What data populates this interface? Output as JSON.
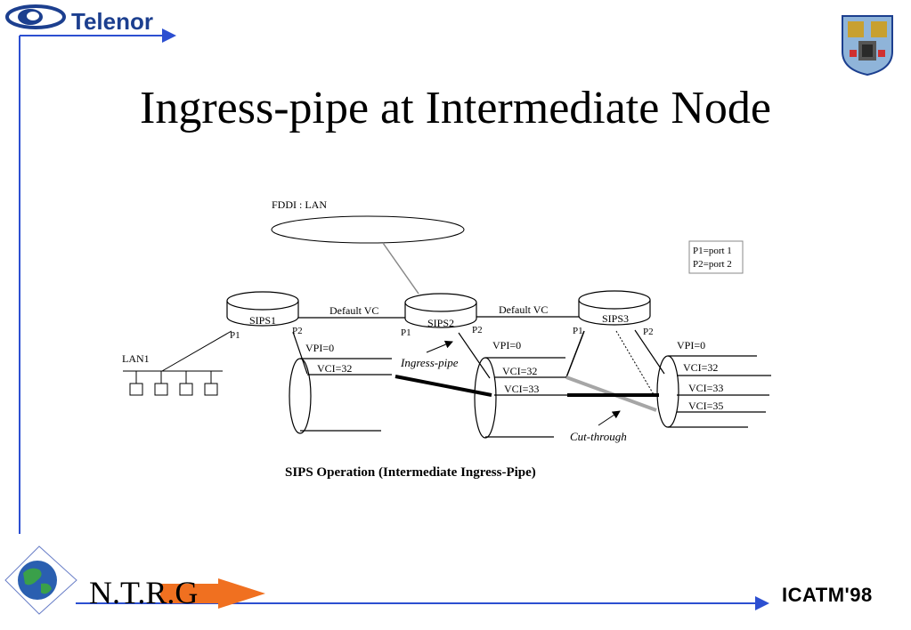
{
  "slide": {
    "title": "Ingress-pipe at Intermediate Node",
    "logo_text": "Telenor",
    "footer_left": "N.T.R.G",
    "footer_right": "ICATM'98",
    "caption": "SIPS Operation (Intermediate Ingress-Pipe)"
  },
  "diagram": {
    "fddi_label": "FDDI : LAN",
    "legend": [
      "P1=port 1",
      "P2=port 2"
    ],
    "switches": [
      {
        "name": "SIPS1",
        "p1": "P1",
        "p2": "P2"
      },
      {
        "name": "SIPS2",
        "p1": "P1",
        "p2": "P2"
      },
      {
        "name": "SIPS3",
        "p1": "P1",
        "p2": "P2"
      }
    ],
    "links": [
      "Default VC",
      "Default VC"
    ],
    "lan_label": "LAN1",
    "pipe1": {
      "vpi": "VPI=0",
      "vci": [
        "VCI=32"
      ]
    },
    "pipe2": {
      "vpi": "VPI=0",
      "vci": [
        "VCI=32",
        "VCI=33"
      ]
    },
    "pipe3": {
      "vpi": "VPI=0",
      "vci": [
        "VCI=32",
        "VCI=33",
        "VCI=35"
      ]
    },
    "ingress_label": "Ingress-pipe",
    "cutthrough_label": "Cut-through"
  },
  "colors": {
    "frame_blue": "#2c4fd1",
    "telenor_blue": "#1c3f8f",
    "cut_gray": "#a6a6a6",
    "arrow_orange": "#f07020"
  }
}
